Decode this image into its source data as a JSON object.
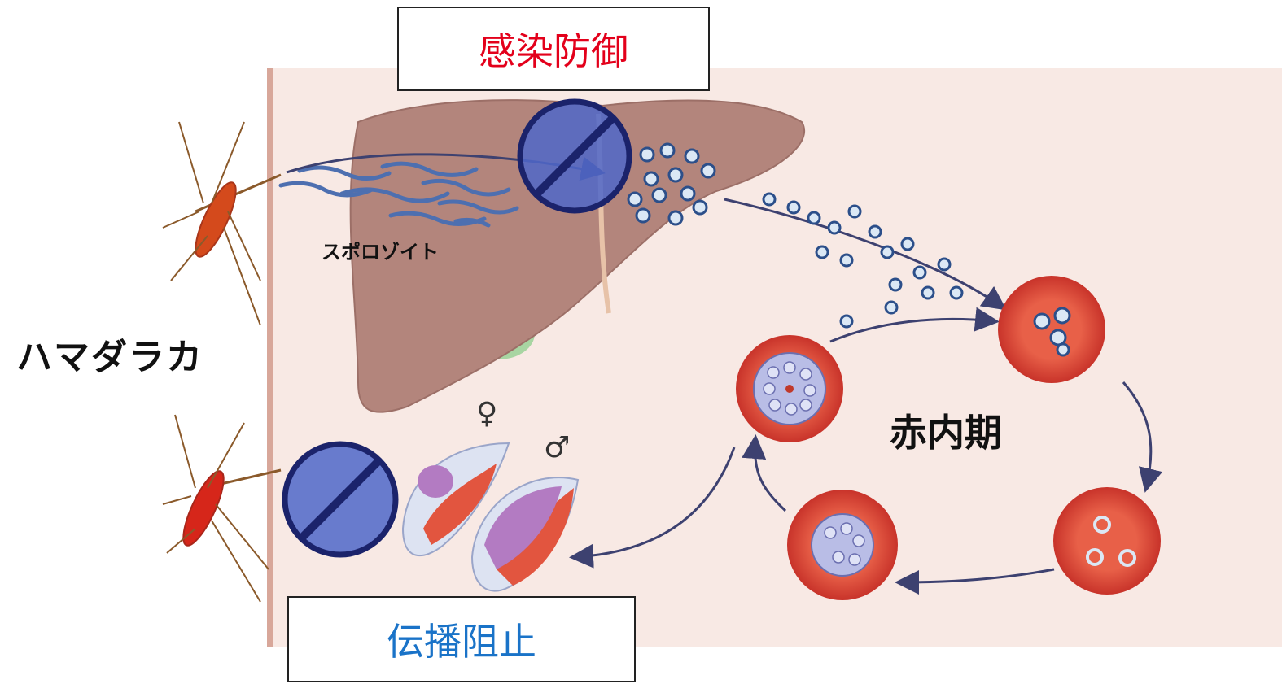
{
  "labels": {
    "mosquito": "ハマダラカ",
    "sporozoite": "スポロゾイト",
    "blood_stage": "赤内期",
    "female_symbol": "♀",
    "male_symbol": "♂"
  },
  "boxes": {
    "infection_protection": "感染防御",
    "transmission_blocking": "伝播阻止"
  },
  "colors": {
    "panel_bg": "#f8e9e4",
    "liver": "#b3857c",
    "red_cell": "#e2553f",
    "parasite": "#2c4f8a",
    "prohibit_fill": "#4f67c9",
    "prohibit_stroke": "#1b236b",
    "protect_text": "#e3001b",
    "block_text": "#1a73c8"
  }
}
